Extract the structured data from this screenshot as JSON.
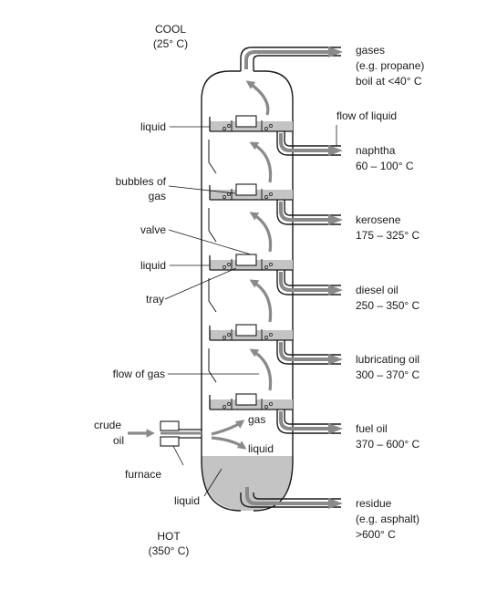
{
  "top": {
    "title": "COOL",
    "temp": "(25° C)"
  },
  "bottom": {
    "title": "HOT",
    "temp": "(350° C)"
  },
  "left_labels": {
    "liquid_top": "liquid",
    "bubbles_line1": "bubbles of",
    "bubbles_line2": "gas",
    "valve": "valve",
    "liquid_mid": "liquid",
    "tray": "tray",
    "flow_of_gas": "flow of gas",
    "crude_line1": "crude",
    "crude_line2": "oil",
    "furnace": "furnace",
    "liquid_bottom": "liquid"
  },
  "inner_labels": {
    "gas": "gas",
    "liquid": "liquid"
  },
  "flow_of_liquid": "flow of liquid",
  "fractions": {
    "gases": [
      "gases",
      "(e.g. propane)",
      "boil at <40° C"
    ],
    "naphtha": [
      "naphtha",
      "60 – 100° C"
    ],
    "kerosene": [
      "kerosene",
      "175 – 325° C"
    ],
    "diesel": [
      "diesel oil",
      "250 – 350° C"
    ],
    "lubricating": [
      "lubricating oil",
      "300 – 370° C"
    ],
    "fuel": [
      "fuel oil",
      "370 – 600° C"
    ],
    "residue": [
      "residue",
      "(e.g. asphalt)",
      ">600° C"
    ]
  },
  "colors": {
    "outline": "#1a1a1a",
    "liquid_fill": "#c4c4c4",
    "arrow": "#8a8a8a",
    "background": "#ffffff"
  }
}
